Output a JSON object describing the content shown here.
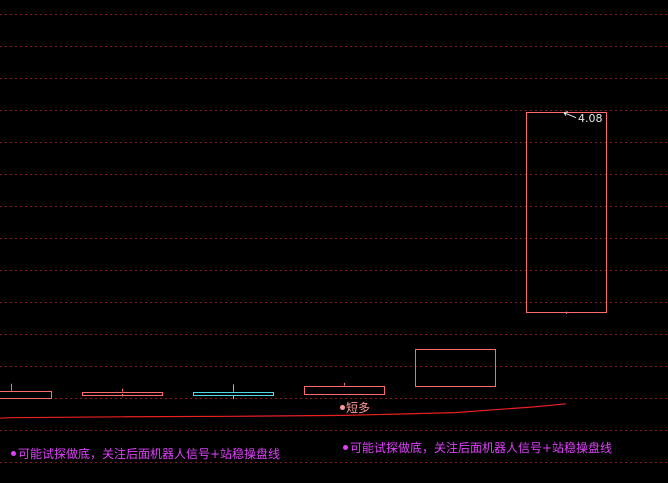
{
  "chart_data": {
    "type": "candlestick",
    "grid": true,
    "ylim": [
      3.43,
      4.29
    ],
    "colors": {
      "background": "#000000",
      "grid": "#8b1a1a",
      "up": "#ff6b6b",
      "down": "#4fd8e8",
      "curve": "#e82020",
      "signal_text": "#e040fb",
      "marker_text": "#ff9a9a",
      "high_label": "#e8e8e8"
    },
    "candles": [
      {
        "open": 3.465,
        "close": 3.48,
        "high": 3.495,
        "low": 3.465
      },
      {
        "open": 3.473,
        "close": 3.478,
        "high": 3.484,
        "low": 3.468
      },
      {
        "open": 3.478,
        "close": 3.471,
        "high": 3.494,
        "low": 3.462
      },
      {
        "open": 3.474,
        "close": 3.491,
        "high": 3.497,
        "low": 3.474
      },
      {
        "open": 3.49,
        "close": 3.57,
        "high": 3.57,
        "low": 3.49
      },
      {
        "open": 3.65,
        "close": 4.08,
        "high": 4.08,
        "low": 3.645
      }
    ],
    "curve": [
      {
        "i": -0.5,
        "v": 3.421
      },
      {
        "i": 0,
        "v": 3.422
      },
      {
        "i": 1,
        "v": 3.424
      },
      {
        "i": 2,
        "v": 3.425
      },
      {
        "i": 3,
        "v": 3.427
      },
      {
        "i": 4,
        "v": 3.433
      },
      {
        "i": 4.7,
        "v": 3.445
      },
      {
        "i": 5,
        "v": 3.452
      }
    ],
    "high_label": {
      "candle": 5,
      "text": "4.08"
    },
    "signal_marker": {
      "candle": 3,
      "text": "短多"
    },
    "notes": [
      {
        "text": "可能试探做底，关注后面机器人信号+站稳操盘线"
      },
      {
        "text": "可能试探做底，关注后面机器人信号+站稳操盘线"
      }
    ]
  }
}
